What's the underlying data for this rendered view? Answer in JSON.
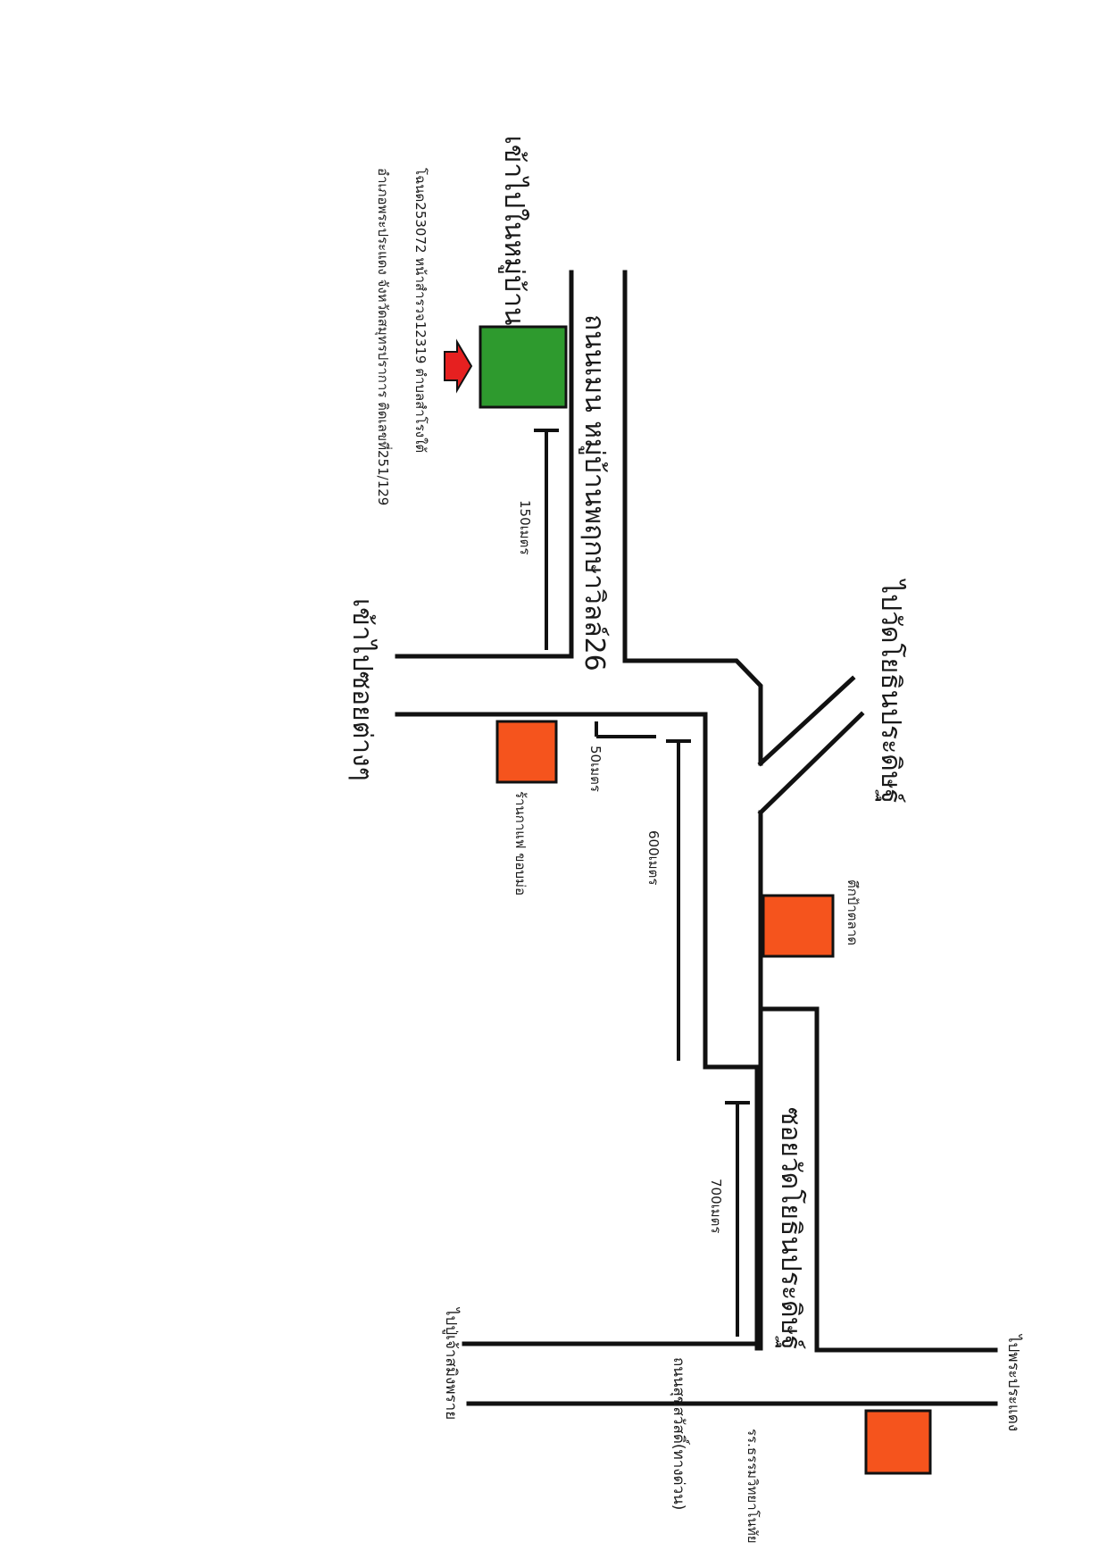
{
  "colors": {
    "house": "#2e9a2e",
    "landmark": "#f5541d",
    "arrow": "#e62020",
    "road": "#111111"
  },
  "labels": {
    "into_village": "เข้าไปในหมู่บ้าน",
    "village_road": "ถนนเมน หมู่บ้านพฤกษาวิลล์26",
    "address_line1": "โฉนด253072 หน้าสำรวจ12319 ตำบลสำโรงใต้",
    "address_line2": "อำเภอพระประแดง จังหวัดสมุทรปราการ ติดเลขที่251/129",
    "to_other_soi": "เข้าไปซอยต่างๆ",
    "to_wat": "ไปวัดโยธินประดิษฐ์",
    "soi_wat": "ซอยวัดโยธินประดิษฐ์",
    "main_road": "ถนนสุขสวัสดิ์(ทางด่วน)",
    "to_pu_chao": "ไปปู่เจ้าสมิงพราย",
    "to_phra_pradaeng": "ไปพระประแดง",
    "coffee_shop": "ร้านกาแฟ ขอบม่อ",
    "market_building": "ตึกป้าตลาด",
    "school": "รร.ธรรมวิทยาโนทัย"
  },
  "distances": {
    "d150": "150เมตร",
    "d50": "50เมตร",
    "d600": "600เมตร",
    "d700": "700เมตร"
  },
  "icons": {
    "house_marker": "house-icon",
    "pointer": "arrow-right-icon"
  }
}
